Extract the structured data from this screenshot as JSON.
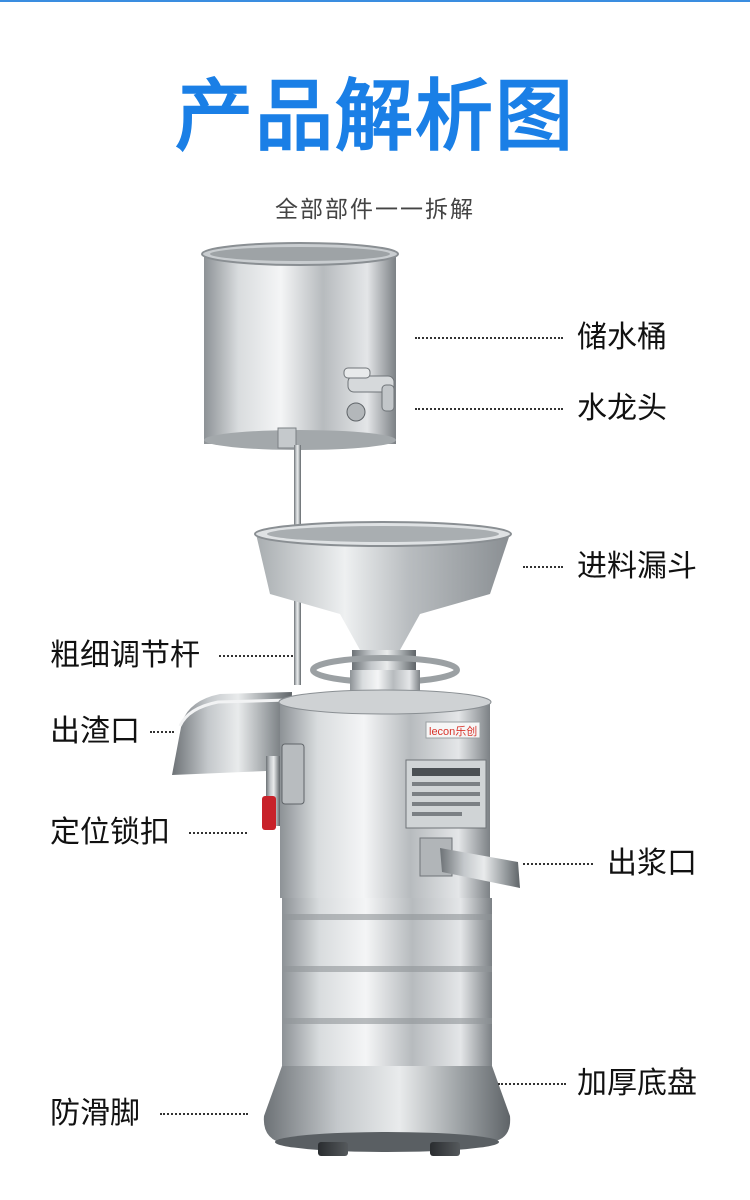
{
  "header": {
    "title": "产品解析图",
    "subtitle": "全部部件一一拆解",
    "title_color": "#1a7fe6"
  },
  "product": {
    "brand_plate": "lecon乐创"
  },
  "callouts": [
    {
      "id": "water-tank",
      "text": "储水桶"
    },
    {
      "id": "faucet",
      "text": "水龙头"
    },
    {
      "id": "feed-funnel",
      "text": "进料漏斗"
    },
    {
      "id": "adjust-rod",
      "text": "粗细调节杆"
    },
    {
      "id": "residue-outlet",
      "text": "出渣口"
    },
    {
      "id": "lock-clasp",
      "text": "定位锁扣"
    },
    {
      "id": "pulp-outlet",
      "text": "出浆口"
    },
    {
      "id": "thick-base",
      "text": "加厚底盘"
    },
    {
      "id": "anti-slip-feet",
      "text": "防滑脚"
    }
  ]
}
